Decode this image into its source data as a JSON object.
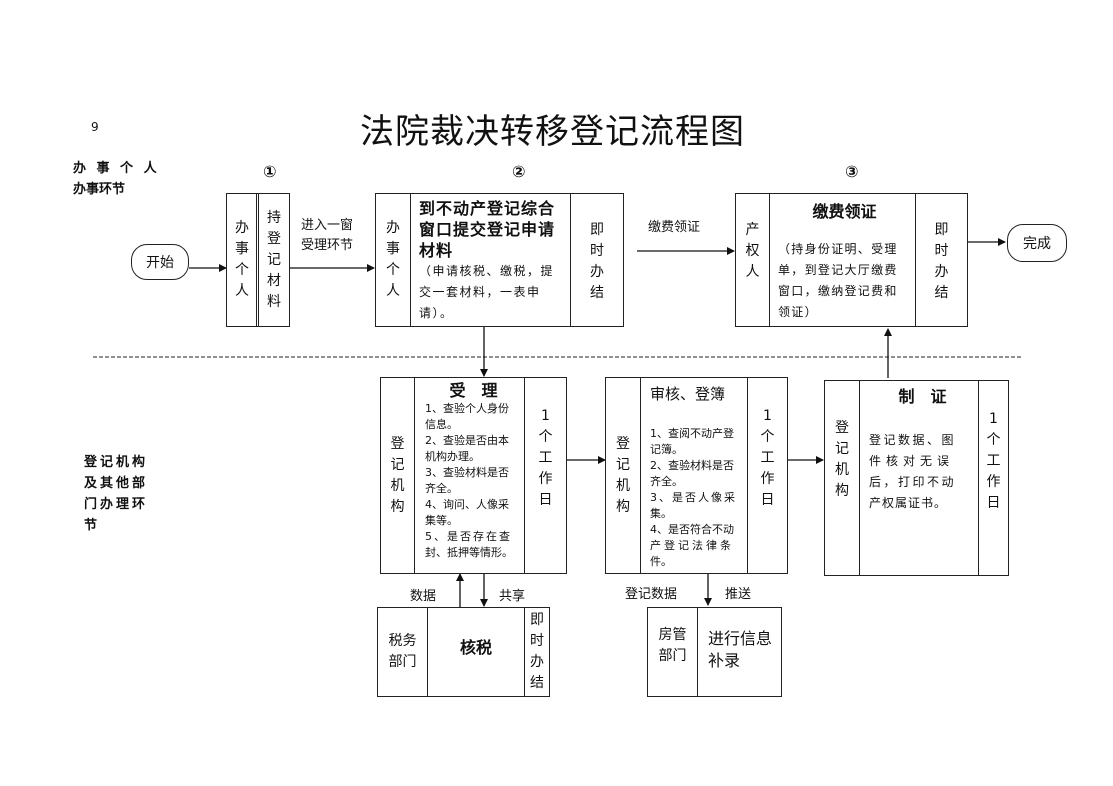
{
  "page_number": "9",
  "title": "法院裁决转移登记流程图",
  "lanes": {
    "top_label": [
      "办 事 个 人",
      "办事环节"
    ],
    "bottom_label": [
      "登记机构",
      "及其他部",
      "门办理环",
      "节"
    ]
  },
  "steps": {
    "markers": [
      "①",
      "②",
      "③"
    ]
  },
  "start_node": "开始",
  "end_node": "完成",
  "step1": {
    "actor": [
      "办",
      "事",
      "个",
      "人"
    ],
    "task": [
      "持",
      "登",
      "记",
      "材",
      "料"
    ]
  },
  "edge_1_2": [
    "进入一窗",
    "受理环节"
  ],
  "step2": {
    "actor": [
      "办",
      "事",
      "个",
      "人"
    ],
    "heading": [
      "到不动产登记综合",
      "窗口提交登记申请",
      "材料"
    ],
    "detail": [
      "（申请核税、缴税，提",
      "交一套材料，一表申",
      "请）。"
    ],
    "timing": [
      "即",
      "时",
      "办",
      "结"
    ]
  },
  "edge_2_3": "缴费领证",
  "step3": {
    "actor": [
      "产",
      "权",
      "人"
    ],
    "heading": "缴费领证",
    "detail": [
      "（持身份证明、受理",
      "单，到登记大厅缴费",
      "窗口，缴纳登记费和",
      "领证）"
    ],
    "timing": [
      "即",
      "时",
      "办",
      "结"
    ]
  },
  "accept": {
    "actor": [
      "登",
      "记",
      "机",
      "构"
    ],
    "heading": "受　理",
    "items": [
      "1、查验个人身份",
      "信息。",
      "2、查验是否由本",
      "机构办理。",
      "3、查验材料是否",
      "齐全。",
      "4、询问、人像采",
      "集等。",
      "5、是否存在查",
      "封、抵押等情形。"
    ],
    "timing": [
      "1",
      "个",
      "工",
      "作",
      "日"
    ]
  },
  "review": {
    "actor": [
      "登",
      "记",
      "机",
      "构"
    ],
    "heading": "审核、登簿",
    "items": [
      "1、查阅不动产登",
      "记簿。",
      "2、查验材料是否",
      "齐全。",
      "3、是否人像采",
      "集。",
      "4、是否符合不动",
      "产登记法律条",
      "件。"
    ],
    "timing": [
      "1",
      "个",
      "工",
      "作",
      "日"
    ]
  },
  "issue": {
    "actor": [
      "登",
      "记",
      "机",
      "构"
    ],
    "heading": "制　证",
    "items": [
      "登记数据、图",
      "件核对无误",
      "后，打印不动",
      "产权属证书。"
    ],
    "timing": [
      "1",
      "个",
      "工",
      "作",
      "日"
    ]
  },
  "tax_edges": {
    "up": "数据",
    "down": "共享"
  },
  "tax": {
    "dept": [
      "税务",
      "部门"
    ],
    "heading": "核税",
    "timing": [
      "即",
      "时",
      "办",
      "结"
    ]
  },
  "housing_edges": {
    "left": "登记数据",
    "right": "推送"
  },
  "housing": {
    "dept": [
      "房管",
      "部门"
    ],
    "task": [
      "进行信息",
      "补录"
    ]
  }
}
